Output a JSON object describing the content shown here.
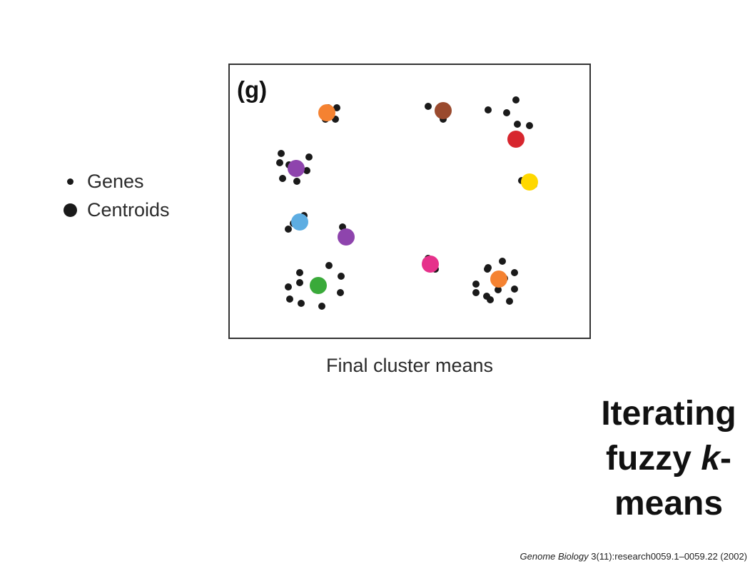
{
  "legend": {
    "genes_label": "Genes",
    "centroids_label": "Centroids"
  },
  "panel": {
    "label": "(g)",
    "caption": "Final cluster means"
  },
  "title": {
    "line1": "Iterating",
    "line2_a": "fuzzy ",
    "line2_k": "k",
    "line2_b": "-",
    "line3": "means"
  },
  "citation": {
    "journal": "Genome Biology",
    "rest": " 3(11):research0059.1–0059.22 (2002)"
  },
  "colors": {
    "gene": "#1a1a1a",
    "frame": "#333333",
    "centroid_orange": "#f58231",
    "centroid_brown": "#9a4a2e",
    "centroid_red": "#d7262e",
    "centroid_purple": "#8e44ad",
    "centroid_yellow": "#ffd800",
    "centroid_blue": "#5dade2",
    "centroid_green": "#3aaa3a",
    "centroid_magenta": "#e6318b"
  }
}
